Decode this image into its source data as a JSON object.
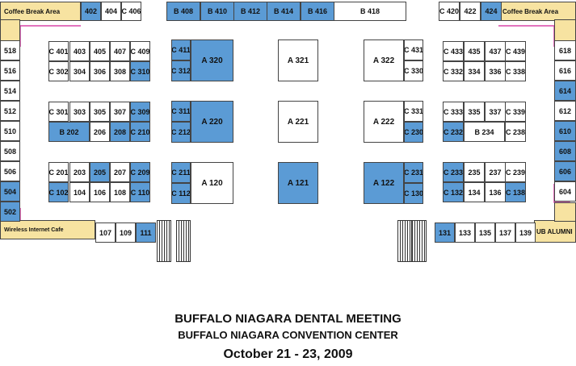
{
  "header": {
    "title": "BUFFALO NIAGARA DENTAL MEETING",
    "venue": "BUFFALO NIAGARA CONVENTION CENTER",
    "dates": "October 21 - 23, 2009"
  },
  "colors": {
    "sold": "#5b9bd5",
    "open": "#ffffff",
    "amenity": "#f7e3a1",
    "wall": "#d946a8"
  },
  "areas": [
    "Coffee Break Area",
    "Coffee Break Area",
    "Wireless Internet Cafe",
    "UB ALUMNI"
  ],
  "booths": [
    {
      "label": "402",
      "sold": true
    },
    {
      "label": "404",
      "sold": false
    },
    {
      "label": "C 406",
      "sold": false
    },
    {
      "label": "B 408",
      "sold": true
    },
    {
      "label": "B 410",
      "sold": true
    },
    {
      "label": "B 412",
      "sold": true
    },
    {
      "label": "B 414",
      "sold": true
    },
    {
      "label": "B 416",
      "sold": true
    },
    {
      "label": "B 418",
      "sold": false
    },
    {
      "label": "C 420",
      "sold": false
    },
    {
      "label": "422",
      "sold": false
    },
    {
      "label": "424",
      "sold": true
    },
    {
      "label": "518",
      "sold": false
    },
    {
      "label": "516",
      "sold": false
    },
    {
      "label": "514",
      "sold": false
    },
    {
      "label": "512",
      "sold": false
    },
    {
      "label": "510",
      "sold": false
    },
    {
      "label": "508",
      "sold": false
    },
    {
      "label": "506",
      "sold": false
    },
    {
      "label": "504",
      "sold": true
    },
    {
      "label": "502",
      "sold": true
    },
    {
      "label": "618",
      "sold": false
    },
    {
      "label": "616",
      "sold": false
    },
    {
      "label": "614",
      "sold": true
    },
    {
      "label": "612",
      "sold": false
    },
    {
      "label": "610",
      "sold": true
    },
    {
      "label": "608",
      "sold": true
    },
    {
      "label": "606",
      "sold": true
    },
    {
      "label": "604",
      "sold": false
    },
    {
      "label": "C 401",
      "sold": false
    },
    {
      "label": "403",
      "sold": false
    },
    {
      "label": "405",
      "sold": false
    },
    {
      "label": "407",
      "sold": false
    },
    {
      "label": "C 409",
      "sold": false
    },
    {
      "label": "C 302",
      "sold": false
    },
    {
      "label": "304",
      "sold": false
    },
    {
      "label": "306",
      "sold": false
    },
    {
      "label": "308",
      "sold": false
    },
    {
      "label": "C 310",
      "sold": true
    },
    {
      "label": "C 301",
      "sold": false
    },
    {
      "label": "303",
      "sold": false
    },
    {
      "label": "305",
      "sold": false
    },
    {
      "label": "307",
      "sold": false
    },
    {
      "label": "C 309",
      "sold": true
    },
    {
      "label": "B 202",
      "sold": true
    },
    {
      "label": "206",
      "sold": false
    },
    {
      "label": "208",
      "sold": true
    },
    {
      "label": "C 210",
      "sold": true
    },
    {
      "label": "C 201",
      "sold": false
    },
    {
      "label": "203",
      "sold": false
    },
    {
      "label": "205",
      "sold": true
    },
    {
      "label": "207",
      "sold": false
    },
    {
      "label": "C 209",
      "sold": true
    },
    {
      "label": "C 102",
      "sold": true
    },
    {
      "label": "104",
      "sold": false
    },
    {
      "label": "106",
      "sold": false
    },
    {
      "label": "108",
      "sold": false
    },
    {
      "label": "C 110",
      "sold": true
    },
    {
      "label": "C 411",
      "sold": true
    },
    {
      "label": "C 312",
      "sold": true
    },
    {
      "label": "A 320",
      "sold": true
    },
    {
      "label": "C 311",
      "sold": true
    },
    {
      "label": "C 212",
      "sold": true
    },
    {
      "label": "A 220",
      "sold": true
    },
    {
      "label": "C 211",
      "sold": true
    },
    {
      "label": "C 112",
      "sold": true
    },
    {
      "label": "A 120",
      "sold": false
    },
    {
      "label": "A 321",
      "sold": false
    },
    {
      "label": "A 221",
      "sold": false
    },
    {
      "label": "A 121",
      "sold": true
    },
    {
      "label": "A 322",
      "sold": false
    },
    {
      "label": "C 431",
      "sold": false
    },
    {
      "label": "C 330",
      "sold": false
    },
    {
      "label": "A 222",
      "sold": false
    },
    {
      "label": "C 331",
      "sold": false
    },
    {
      "label": "C 230",
      "sold": true
    },
    {
      "label": "A 122",
      "sold": true
    },
    {
      "label": "C 231",
      "sold": true
    },
    {
      "label": "C 130",
      "sold": true
    },
    {
      "label": "C 433",
      "sold": false
    },
    {
      "label": "435",
      "sold": false
    },
    {
      "label": "437",
      "sold": false
    },
    {
      "label": "C 439",
      "sold": false
    },
    {
      "label": "C 332",
      "sold": false
    },
    {
      "label": "334",
      "sold": false
    },
    {
      "label": "336",
      "sold": false
    },
    {
      "label": "C 338",
      "sold": false
    },
    {
      "label": "C 333",
      "sold": false
    },
    {
      "label": "335",
      "sold": false
    },
    {
      "label": "337",
      "sold": false
    },
    {
      "label": "C 339",
      "sold": false
    },
    {
      "label": "C 232",
      "sold": true
    },
    {
      "label": "B 234",
      "sold": false
    },
    {
      "label": "C 238",
      "sold": false
    },
    {
      "label": "C 233",
      "sold": true
    },
    {
      "label": "235",
      "sold": false
    },
    {
      "label": "237",
      "sold": false
    },
    {
      "label": "C 239",
      "sold": false
    },
    {
      "label": "C 132",
      "sold": true
    },
    {
      "label": "134",
      "sold": false
    },
    {
      "label": "136",
      "sold": false
    },
    {
      "label": "C 138",
      "sold": true
    },
    {
      "label": "107",
      "sold": false
    },
    {
      "label": "109",
      "sold": false
    },
    {
      "label": "111",
      "sold": true
    },
    {
      "label": "131",
      "sold": true
    },
    {
      "label": "133",
      "sold": false
    },
    {
      "label": "135",
      "sold": false
    },
    {
      "label": "137",
      "sold": false
    },
    {
      "label": "139",
      "sold": false
    }
  ]
}
